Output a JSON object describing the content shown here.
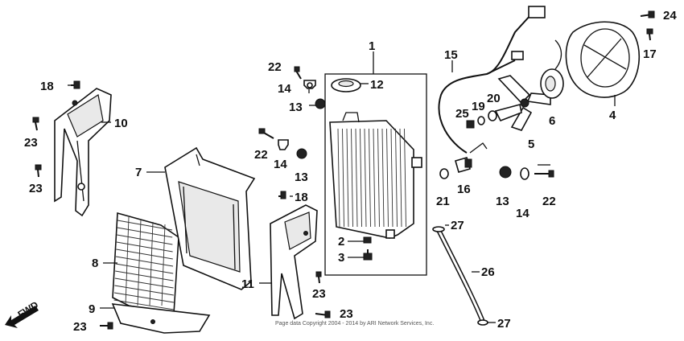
{
  "callouts": {
    "c1": "1",
    "c2": "2",
    "c3": "3",
    "c4": "4",
    "c5": "5",
    "c6": "6",
    "c7": "7",
    "c8": "8",
    "c9": "9",
    "c10": "10",
    "c11": "11",
    "c12": "12",
    "c13a": "13",
    "c13b": "13",
    "c13c": "13",
    "c14a": "14",
    "c14b": "14",
    "c14c": "14",
    "c15": "15",
    "c16": "16",
    "c17": "17",
    "c18a": "18",
    "c18b": "18",
    "c19": "19",
    "c20": "20",
    "c21": "21",
    "c22a": "22",
    "c22b": "22",
    "c22c": "22",
    "c23a": "23",
    "c23b": "23",
    "c23c": "23",
    "c23d": "23",
    "c23e": "23",
    "c24": "24",
    "c25": "25",
    "c26": "26",
    "c27a": "27",
    "c27b": "27"
  },
  "direction_label": "FWD",
  "copyright": "Page data Copyright 2004 - 2014 by ARI Network Services, Inc."
}
